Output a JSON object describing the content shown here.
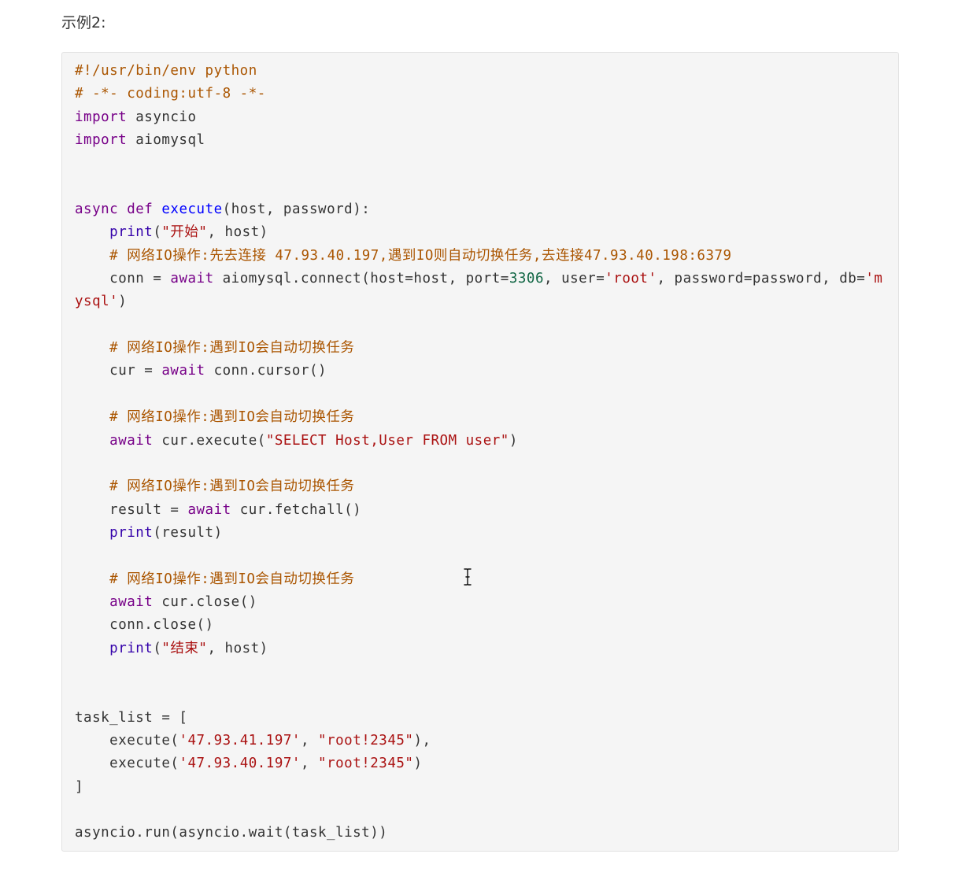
{
  "heading": "示例2:",
  "code_lines": [
    [
      {
        "t": "comment",
        "v": "#!/usr/bin/env python"
      }
    ],
    [
      {
        "t": "comment",
        "v": "# -*- coding:utf-8 -*-"
      }
    ],
    [
      {
        "t": "keyword",
        "v": "import"
      },
      {
        "t": "plain",
        "v": " asyncio"
      }
    ],
    [
      {
        "t": "keyword",
        "v": "import"
      },
      {
        "t": "plain",
        "v": " aiomysql"
      }
    ],
    [],
    [],
    [
      {
        "t": "keyword",
        "v": "async"
      },
      {
        "t": "plain",
        "v": " "
      },
      {
        "t": "keyword",
        "v": "def"
      },
      {
        "t": "plain",
        "v": " "
      },
      {
        "t": "def",
        "v": "execute"
      },
      {
        "t": "plain",
        "v": "(host, password):"
      }
    ],
    [
      {
        "t": "plain",
        "v": "    "
      },
      {
        "t": "builtin",
        "v": "print"
      },
      {
        "t": "plain",
        "v": "("
      },
      {
        "t": "string",
        "v": "\"开始\""
      },
      {
        "t": "plain",
        "v": ", host)"
      }
    ],
    [
      {
        "t": "plain",
        "v": "    "
      },
      {
        "t": "comment",
        "v": "# 网络IO操作:先去连接 47.93.40.197,遇到IO则自动切换任务,去连接47.93.40.198:6379"
      }
    ],
    [
      {
        "t": "plain",
        "v": "    conn = "
      },
      {
        "t": "keyword",
        "v": "await"
      },
      {
        "t": "plain",
        "v": " aiomysql.connect(host=host, port="
      },
      {
        "t": "number",
        "v": "3306"
      },
      {
        "t": "plain",
        "v": ", user="
      },
      {
        "t": "string",
        "v": "'root'"
      },
      {
        "t": "plain",
        "v": ", password=password, db="
      },
      {
        "t": "string",
        "v": "'mysql'"
      },
      {
        "t": "plain",
        "v": ")"
      }
    ],
    [],
    [
      {
        "t": "plain",
        "v": "    "
      },
      {
        "t": "comment",
        "v": "# 网络IO操作:遇到IO会自动切换任务"
      }
    ],
    [
      {
        "t": "plain",
        "v": "    cur = "
      },
      {
        "t": "keyword",
        "v": "await"
      },
      {
        "t": "plain",
        "v": " conn.cursor()"
      }
    ],
    [],
    [
      {
        "t": "plain",
        "v": "    "
      },
      {
        "t": "comment",
        "v": "# 网络IO操作:遇到IO会自动切换任务"
      }
    ],
    [
      {
        "t": "plain",
        "v": "    "
      },
      {
        "t": "keyword",
        "v": "await"
      },
      {
        "t": "plain",
        "v": " cur.execute("
      },
      {
        "t": "string",
        "v": "\"SELECT Host,User FROM user\""
      },
      {
        "t": "plain",
        "v": ")"
      }
    ],
    [],
    [
      {
        "t": "plain",
        "v": "    "
      },
      {
        "t": "comment",
        "v": "# 网络IO操作:遇到IO会自动切换任务"
      }
    ],
    [
      {
        "t": "plain",
        "v": "    result = "
      },
      {
        "t": "keyword",
        "v": "await"
      },
      {
        "t": "plain",
        "v": " cur.fetchall()"
      }
    ],
    [
      {
        "t": "plain",
        "v": "    "
      },
      {
        "t": "builtin",
        "v": "print"
      },
      {
        "t": "plain",
        "v": "(result)"
      }
    ],
    [],
    [
      {
        "t": "plain",
        "v": "    "
      },
      {
        "t": "comment",
        "v": "# 网络IO操作:遇到IO会自动切换任务"
      }
    ],
    [
      {
        "t": "plain",
        "v": "    "
      },
      {
        "t": "keyword",
        "v": "await"
      },
      {
        "t": "plain",
        "v": " cur.close()"
      }
    ],
    [
      {
        "t": "plain",
        "v": "    conn.close()"
      }
    ],
    [
      {
        "t": "plain",
        "v": "    "
      },
      {
        "t": "builtin",
        "v": "print"
      },
      {
        "t": "plain",
        "v": "("
      },
      {
        "t": "string",
        "v": "\"结束\""
      },
      {
        "t": "plain",
        "v": ", host)"
      }
    ],
    [],
    [],
    [
      {
        "t": "plain",
        "v": "task_list = ["
      }
    ],
    [
      {
        "t": "plain",
        "v": "    execute("
      },
      {
        "t": "string",
        "v": "'47.93.41.197'"
      },
      {
        "t": "plain",
        "v": ", "
      },
      {
        "t": "string",
        "v": "\"root!2345\""
      },
      {
        "t": "plain",
        "v": "),"
      }
    ],
    [
      {
        "t": "plain",
        "v": "    execute("
      },
      {
        "t": "string",
        "v": "'47.93.40.197'"
      },
      {
        "t": "plain",
        "v": ", "
      },
      {
        "t": "string",
        "v": "\"root!2345\""
      },
      {
        "t": "plain",
        "v": ")"
      }
    ],
    [
      {
        "t": "plain",
        "v": "]"
      }
    ],
    [],
    [
      {
        "t": "plain",
        "v": "asyncio.run(asyncio.wait(task_list))"
      }
    ]
  ],
  "colors": {
    "comment": "#aa5500",
    "keyword": "#770088",
    "def": "#0000ff",
    "builtin": "#3300aa",
    "string": "#aa1111",
    "number": "#116644",
    "plain": "#333333",
    "code_background": "#f5f5f5",
    "code_border": "#e2e2e2"
  },
  "icons": {
    "cursor": "text-cursor-icon"
  }
}
